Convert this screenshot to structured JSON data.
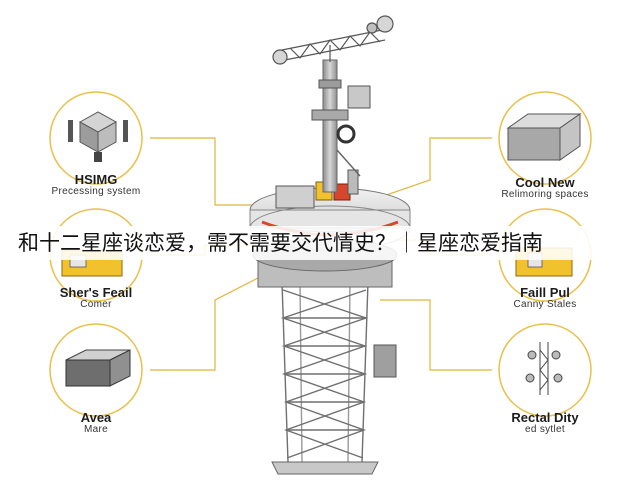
{
  "overlay": {
    "title": "和十二星座谈恋爱，需不需要交代情史？｜星座恋爱指南"
  },
  "callouts": {
    "top_left": {
      "title": "HSIMG",
      "subtitle": "Precessing system"
    },
    "top_right": {
      "title": "Cool New",
      "subtitle": "Relimoring spaces"
    },
    "mid_left": {
      "title": "Sher's Feail",
      "subtitle": "Comer"
    },
    "mid_right": {
      "title": "Faill Pul",
      "subtitle": "Canny Stales"
    },
    "bottom_left": {
      "title": "Avea",
      "subtitle": "Mare"
    },
    "bottom_right": {
      "title": "Rectal Dity",
      "subtitle": "ed sytlet"
    }
  },
  "colors": {
    "leader_line": "#e2b53a",
    "circle_stroke": "#e8c04a",
    "metal": "#b9b9b9",
    "metal_dark": "#7a7a7a",
    "accent_red": "#d8472b",
    "accent_yellow": "#f2c12e"
  }
}
